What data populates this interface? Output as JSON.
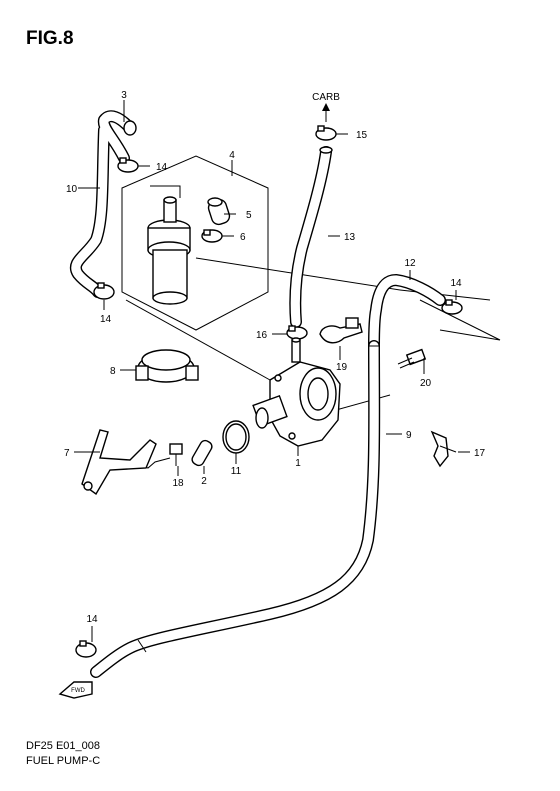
{
  "figure": {
    "title": "FIG.8",
    "model_code": "DF25 E01_008",
    "caption": "FUEL PUMP-C"
  },
  "annotations": {
    "carb": "CARB",
    "fwd": "FWD"
  },
  "callouts": [
    "1",
    "2",
    "3",
    "4",
    "5",
    "6",
    "7",
    "8",
    "9",
    "10",
    "11",
    "12",
    "13",
    "14",
    "14",
    "14",
    "14",
    "15",
    "16",
    "17",
    "18",
    "19",
    "20"
  ]
}
